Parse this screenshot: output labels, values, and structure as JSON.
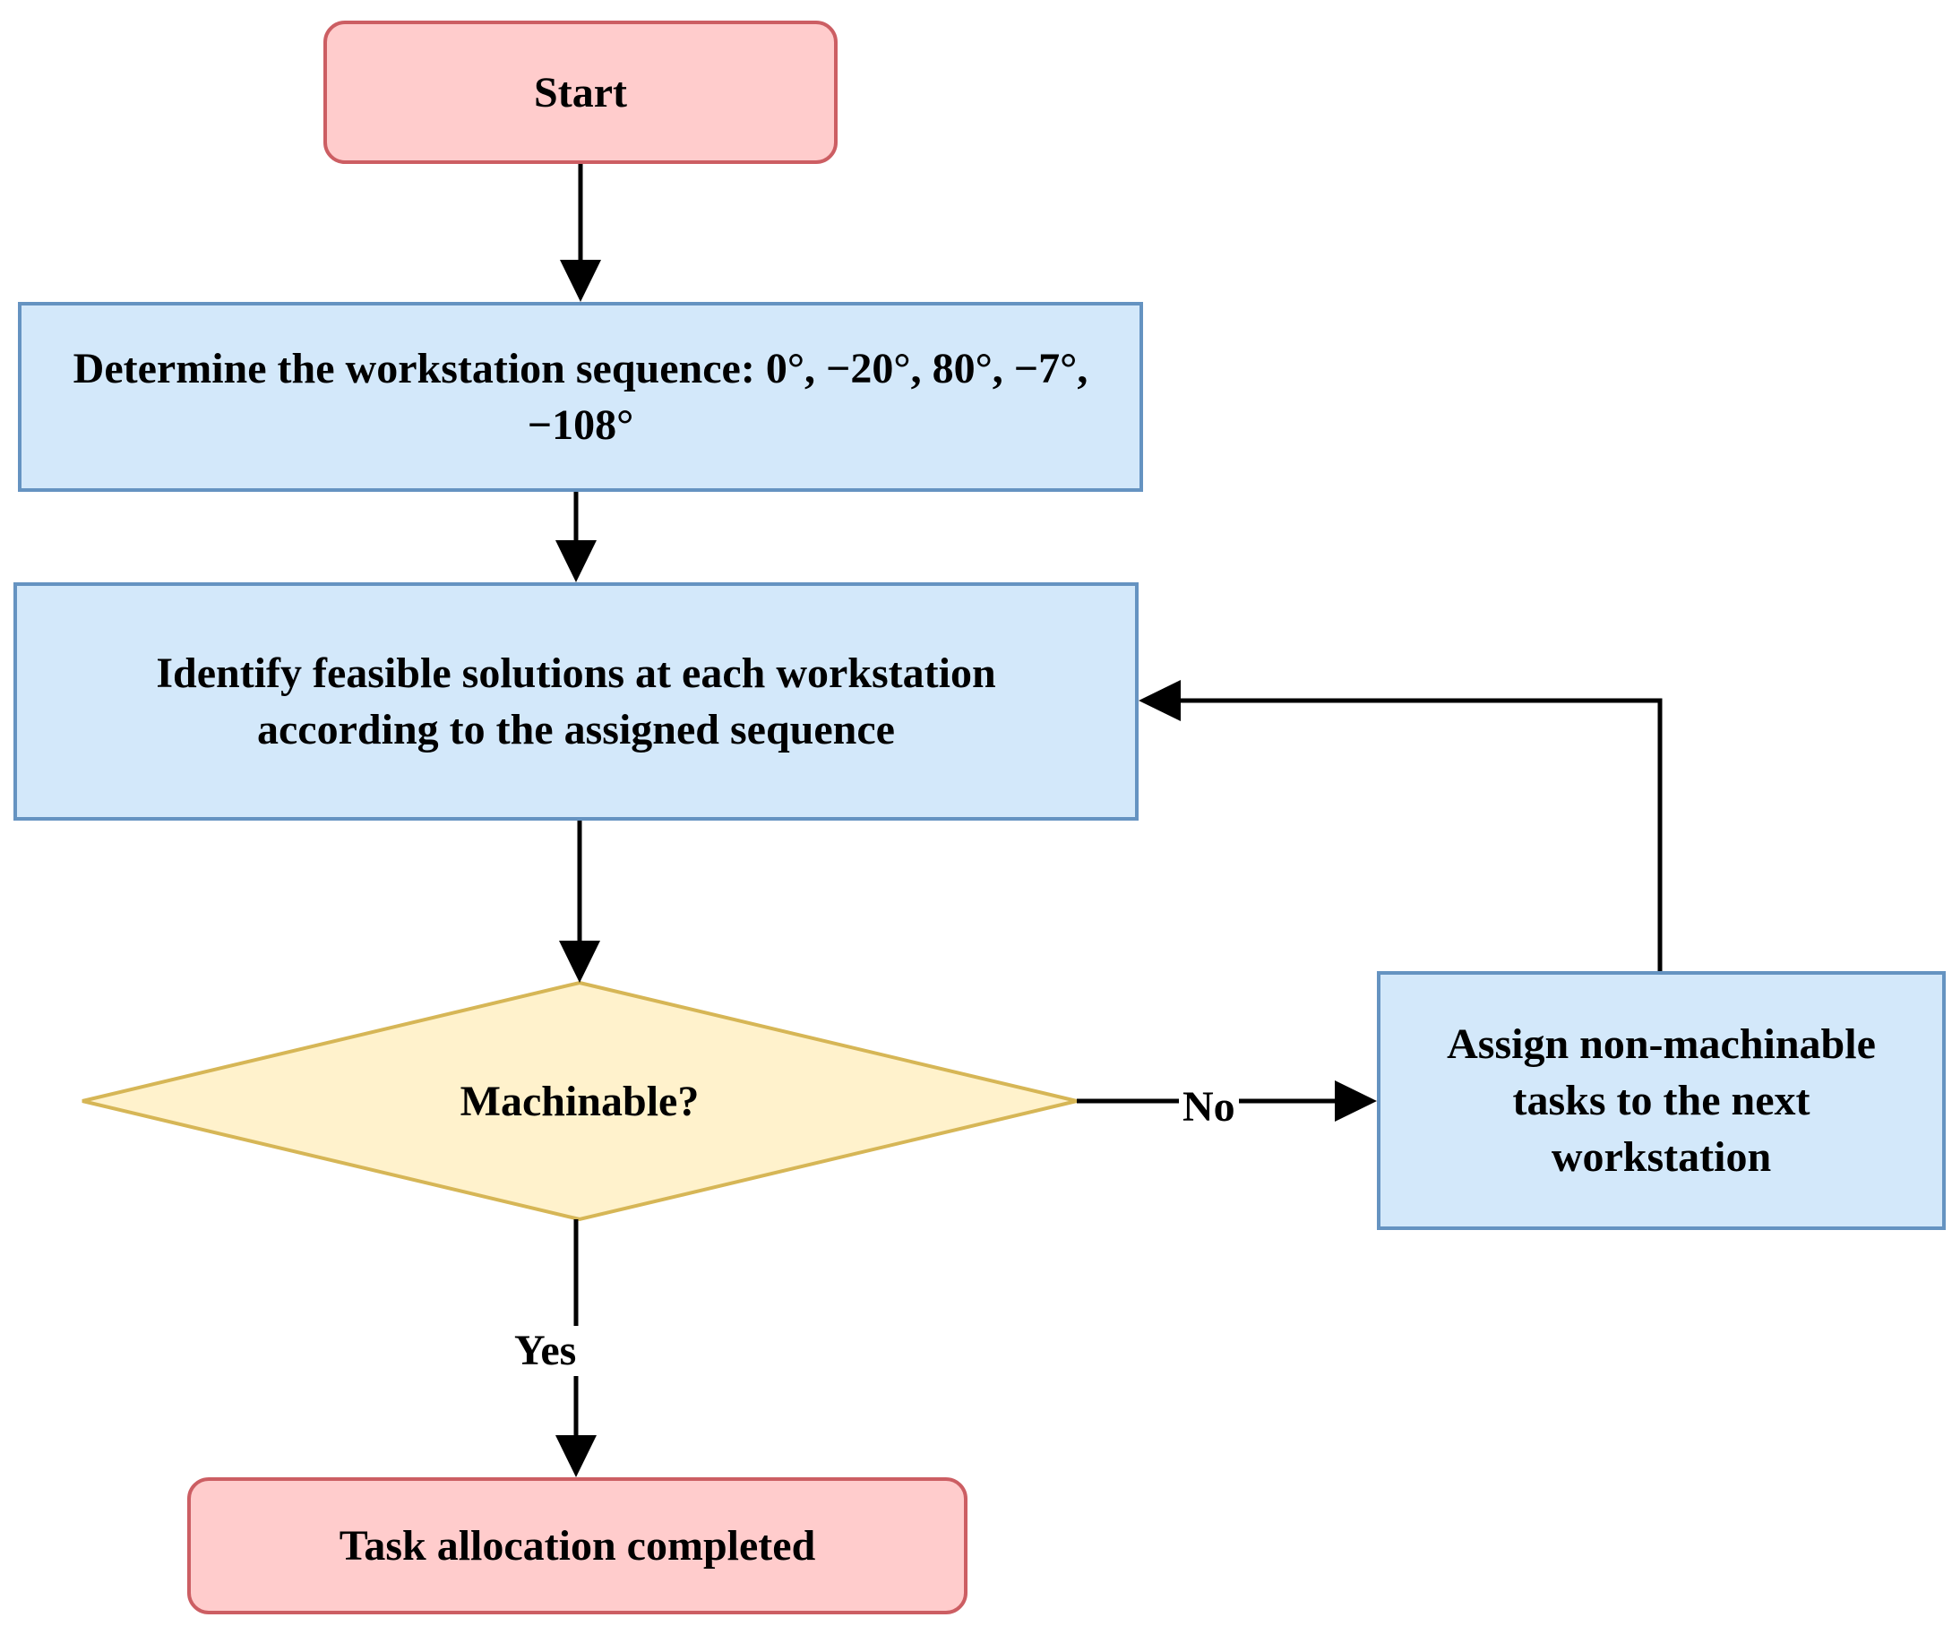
{
  "nodes": {
    "start": "Start",
    "sequence": "Determine the workstation sequence: 0°, −20°, 80°, −7°, −108°",
    "identify": "Identify feasible solutions at each workstation according to the assigned sequence",
    "decision": "Machinable?",
    "assign": "Assign non-machinable tasks to the next workstation",
    "end": "Task allocation completed"
  },
  "edges": {
    "no_label": "No",
    "yes_label": "Yes"
  },
  "colors": {
    "terminal_fill": "#ffcccc",
    "terminal_border": "#cc5e63",
    "process_fill": "#d3e8fa",
    "process_border": "#6593c1",
    "decision_fill": "#fff2cc",
    "decision_border": "#d6b656",
    "line": "#000000"
  }
}
